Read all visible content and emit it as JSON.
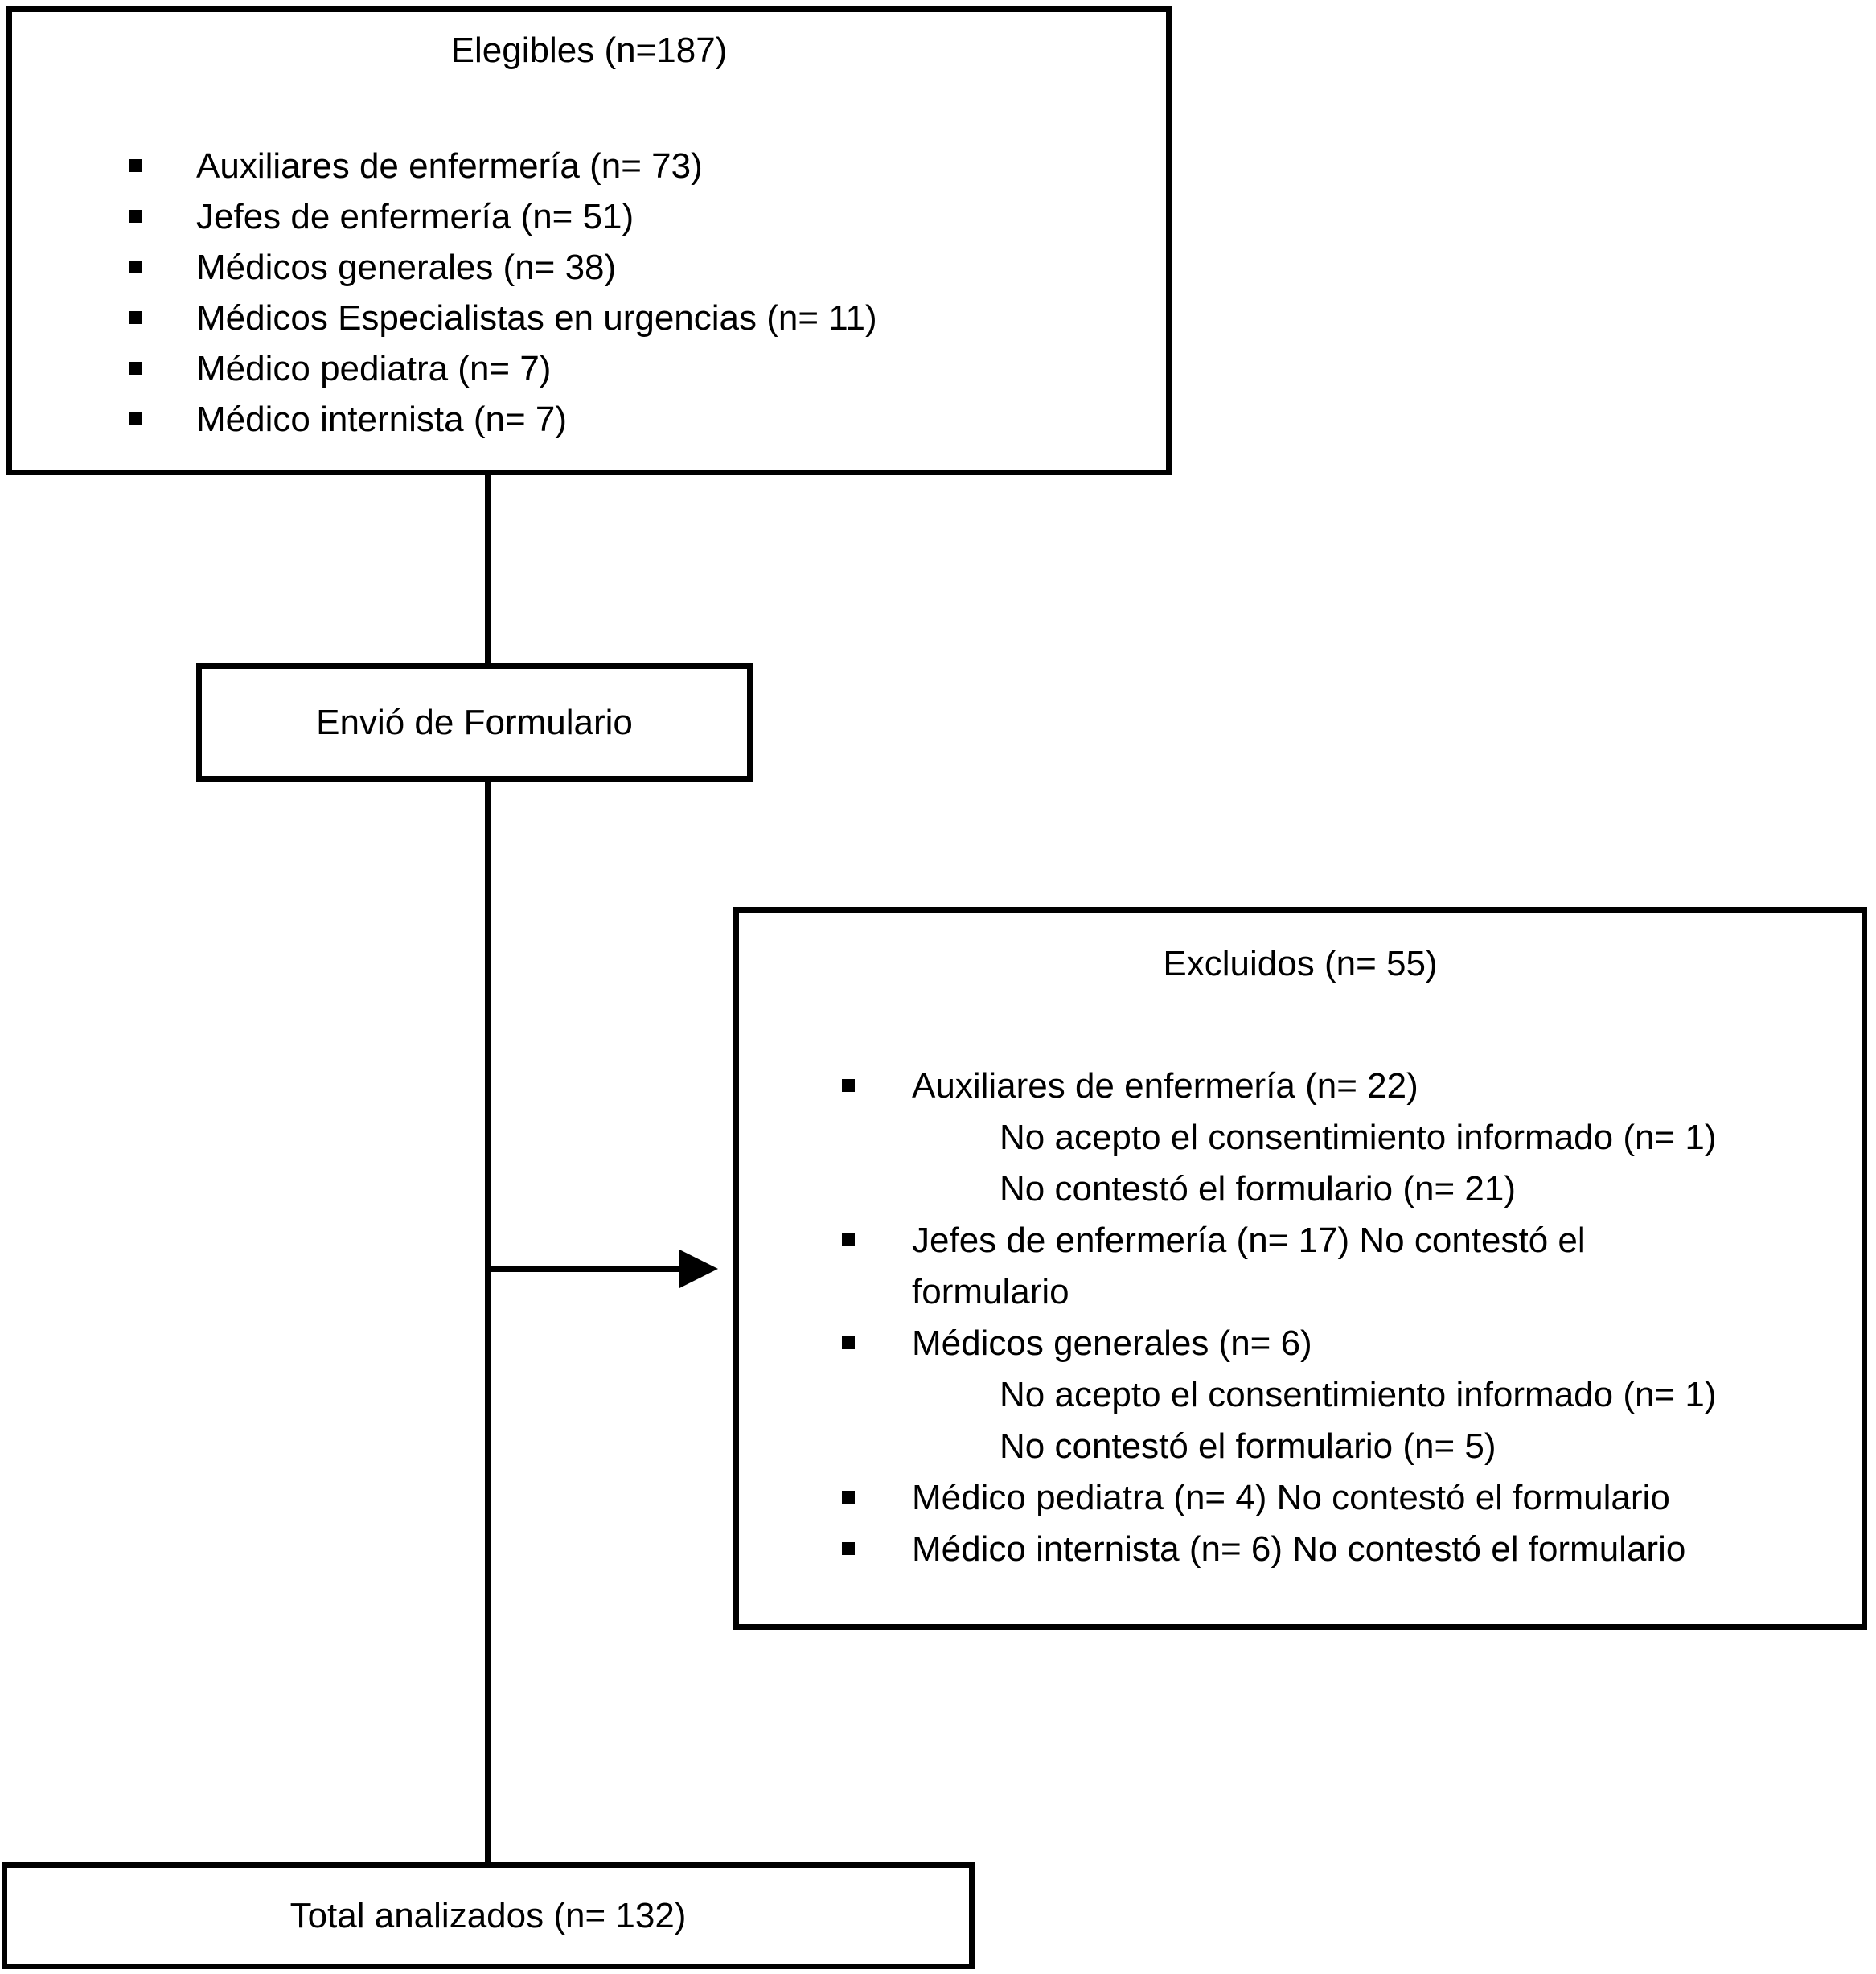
{
  "figure": {
    "background_color": "#ffffff",
    "line_color": "#000000",
    "description": "Participant flow diagram"
  },
  "eligible_box": {
    "title": "Elegibles (n=187)",
    "items": [
      "Auxiliares de enfermería (n= 73)",
      "Jefes de enfermería (n= 51)",
      "Médicos generales (n= 38)",
      "Médicos Especialistas en urgencias (n= 11)",
      "Médico pediatra (n= 7)",
      "Médico internista (n= 7)"
    ]
  },
  "form_box": {
    "label": "Envió de Formulario"
  },
  "excluded_box": {
    "title": "Excluidos (n= 55)",
    "lines": [
      {
        "type": "bullet",
        "text": "Auxiliares de enfermería (n= 22)"
      },
      {
        "type": "sub",
        "text": "No acepto el consentimiento informado (n= 1)"
      },
      {
        "type": "sub",
        "text": "No contestó el formulario (n= 21)"
      },
      {
        "type": "bullet",
        "text": "Jefes de enfermería (n= 17) No contestó el"
      },
      {
        "type": "cont",
        "text": "formulario"
      },
      {
        "type": "bullet",
        "text": "Médicos generales (n= 6)"
      },
      {
        "type": "sub",
        "text": "No acepto el consentimiento informado (n= 1)"
      },
      {
        "type": "sub",
        "text": "No contestó el formulario (n= 5)"
      },
      {
        "type": "bullet",
        "text": "Médico pediatra (n= 4) No contestó el formulario"
      },
      {
        "type": "bullet",
        "text": "Médico internista (n= 6) No contestó el formulario"
      }
    ]
  },
  "total_box": {
    "label": "Total analizados (n= 132)"
  }
}
